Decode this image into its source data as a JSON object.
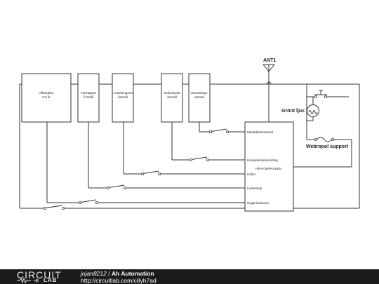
{
  "labels": {
    "antenna": "ANT1",
    "lamp": "Grönt ljus",
    "fuse": "Webropol support"
  },
  "goal_boxes": [
    {
      "line1": "Affärsplan",
      "line2": "3-5 år"
    },
    {
      "line1": "Företagets",
      "line2": "Årsmål"
    },
    {
      "line1": "Avdelningens",
      "line2": "årsmål"
    },
    {
      "line1": "Individuella",
      "line2": "årsmål"
    },
    {
      "line1": "Utvecklings-",
      "line2": "samtal"
    }
  ],
  "hr_block": {
    "title": "HR-KOMPASSEN",
    "ports": [
      "Medarbetarsamtal",
      "Kompetensutveckling",
      "Hälsa",
      "Ledarskap",
      "Organisationen"
    ]
  },
  "footer": {
    "logo_top": "CIRCUIT",
    "logo_bottom": "LAB",
    "user": "jojan8212",
    "separator": "/",
    "title": "Ah Automation",
    "url": "http://circuitlab.com/c8yh7ad"
  }
}
